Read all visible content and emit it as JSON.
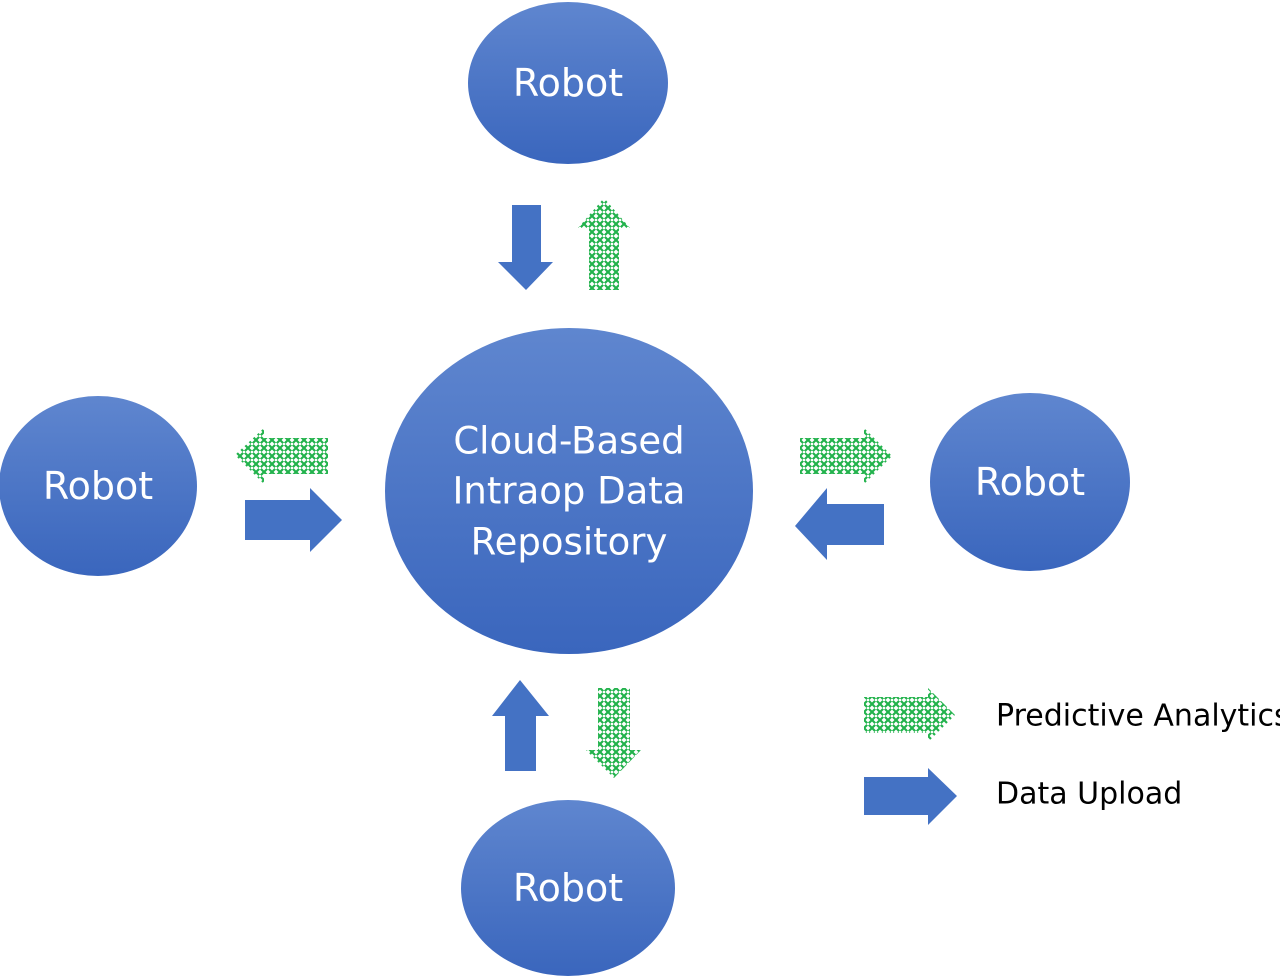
{
  "center": {
    "label_lines": [
      "Cloud-Based",
      "Intraop Data",
      "Repository"
    ]
  },
  "robots": {
    "top": {
      "label": "Robot"
    },
    "left": {
      "label": "Robot"
    },
    "right": {
      "label": "Robot"
    },
    "bottom": {
      "label": "Robot"
    }
  },
  "legend": {
    "predictive": {
      "label": "Predictive Analytics"
    },
    "upload": {
      "label": "Data Upload"
    }
  },
  "colors": {
    "node_top": "#5f86cf",
    "node_bottom": "#3a66bd",
    "upload_arrow": "#4472c4",
    "predictive_arrow": "#22b24c",
    "text_on_node": "#ffffff",
    "legend_text": "#000000"
  }
}
